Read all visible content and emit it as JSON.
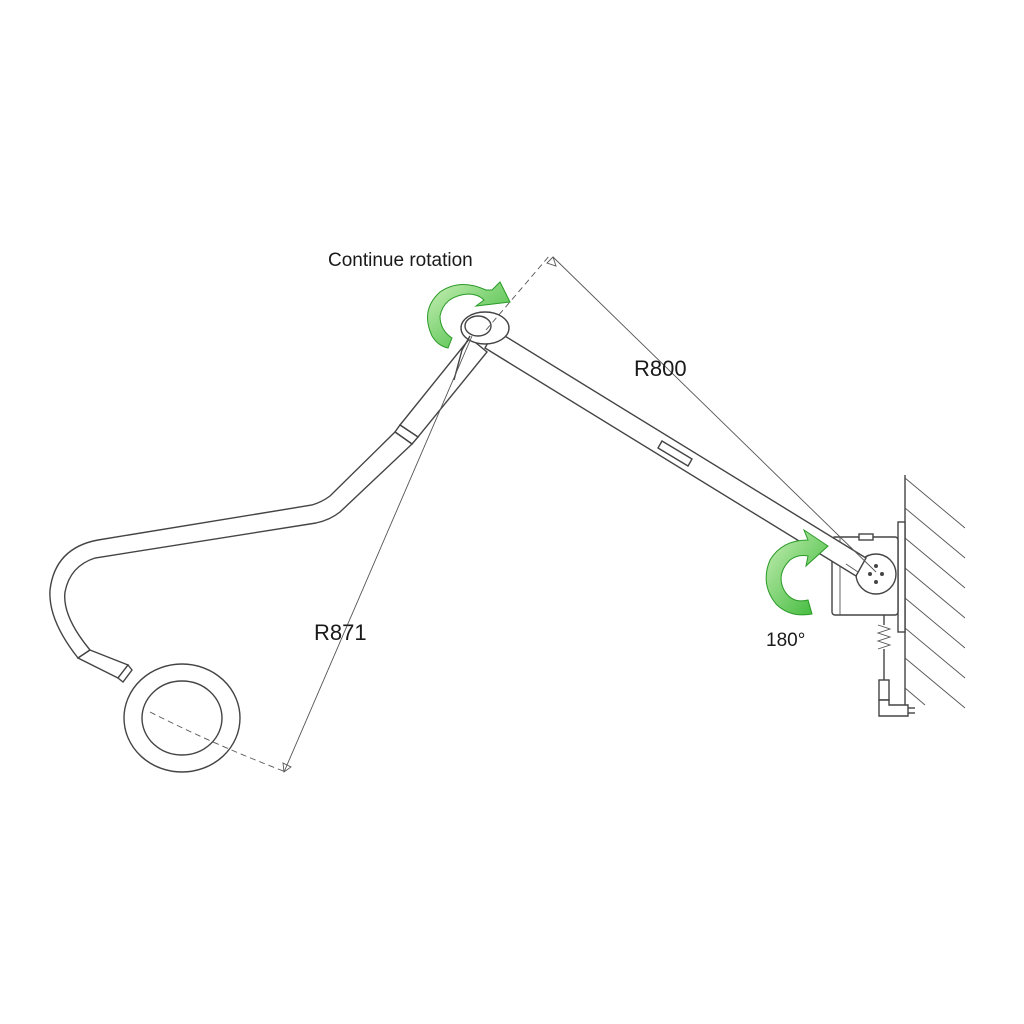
{
  "labels": {
    "continue_rotation": "Continue rotation",
    "r800": "R800",
    "r871": "R871",
    "angle_180": "180°"
  },
  "colors": {
    "arrow_green": "#3dbf3a",
    "arrow_green_light": "#b7eaa6",
    "line": "#444444"
  },
  "icons": {
    "rotation_arrow_top": "curved-rotation-arrow-icon",
    "rotation_arrow_base": "curved-rotation-arrow-icon"
  }
}
